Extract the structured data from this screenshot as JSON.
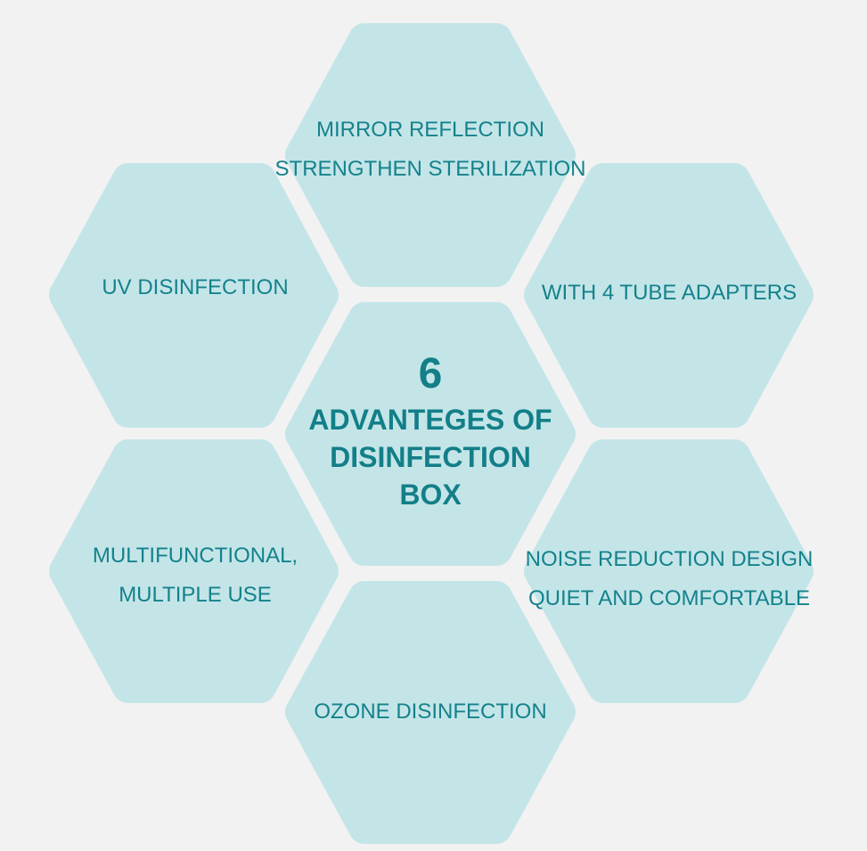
{
  "diagram": {
    "center": {
      "number": "6",
      "lines": [
        "ADVANTEGES OF",
        "DISINFECTION",
        "BOX"
      ]
    },
    "items": [
      {
        "id": "top",
        "lines": [
          "MIRROR REFLECTION",
          "STRENGTHEN STERILIZATION"
        ]
      },
      {
        "id": "upper-left",
        "lines": [
          "UV DISINFECTION"
        ]
      },
      {
        "id": "upper-right",
        "lines": [
          "WITH 4 TUBE ADAPTERS"
        ]
      },
      {
        "id": "lower-left",
        "lines": [
          "MULTIFUNCTIONAL,",
          "MULTIPLE USE"
        ]
      },
      {
        "id": "lower-right",
        "lines": [
          "NOISE REDUCTION DESIGN",
          "QUIET AND COMFORTABLE"
        ]
      },
      {
        "id": "bottom",
        "lines": [
          "OZONE DISINFECTION"
        ]
      }
    ],
    "colors": {
      "background": "#f2f2f2",
      "hexagon_fill": "#c4e5e8",
      "text": "#14828c",
      "center_text": "#137f88"
    }
  }
}
